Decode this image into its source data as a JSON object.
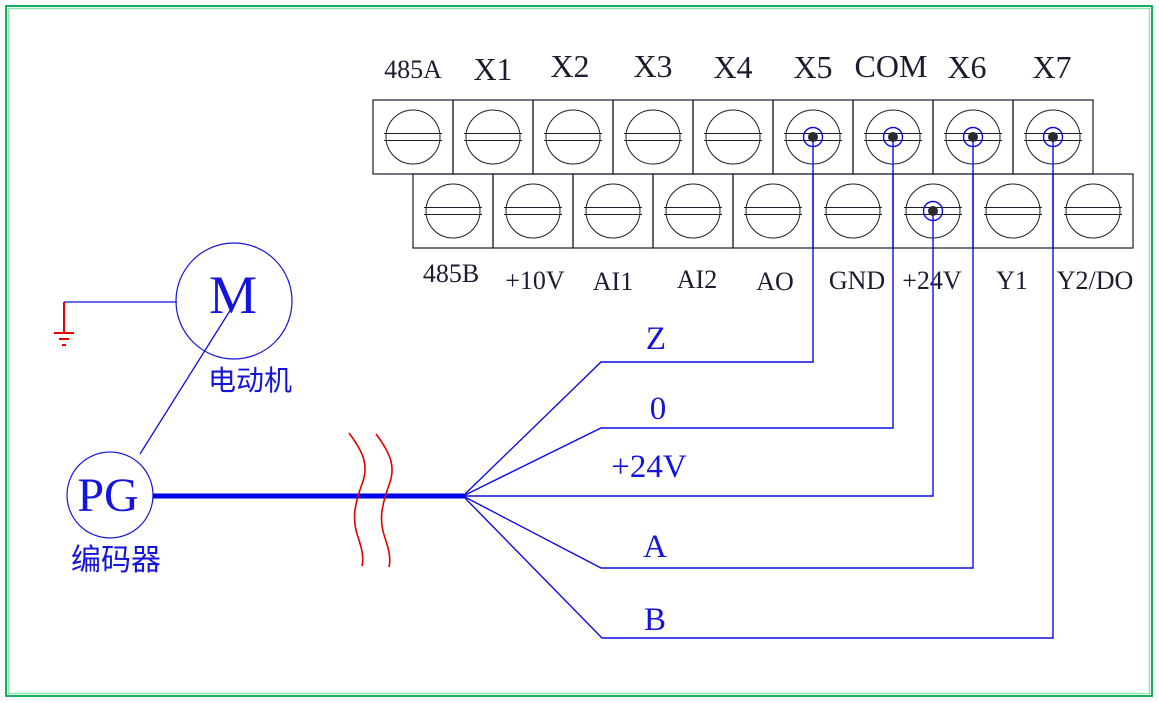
{
  "terminals": {
    "top": {
      "labels": [
        "485A",
        "X1",
        "X2",
        "X3",
        "X4",
        "X5",
        "COM",
        "X6",
        "X7"
      ]
    },
    "bottom": {
      "labels": [
        "485B",
        "+10V",
        "AI1",
        "AI2",
        "AO",
        "GND",
        "+24V",
        "Y1",
        "Y2/DO"
      ]
    }
  },
  "motor": {
    "symbol": "M",
    "label": "电动机"
  },
  "encoder": {
    "symbol": "PG",
    "label": "编码器"
  },
  "wires": {
    "z": {
      "label": "Z",
      "connects_to": "X5"
    },
    "zero": {
      "label": "0",
      "connects_to": "COM"
    },
    "p24v": {
      "label": "+24V",
      "connects_to": "+24V"
    },
    "a": {
      "label": "A",
      "connects_to": "X6"
    },
    "b": {
      "label": "B",
      "connects_to": "X7"
    }
  },
  "colors": {
    "wire_blue": "#0d0de0",
    "label_blue": "#1414dd",
    "cable_blue": "#0000ee",
    "ground_red": "#ea0000",
    "break_red": "#e00000",
    "line_black": "#1c1c30",
    "border_green": "#00a651",
    "border_green_light": "#8be6ad"
  }
}
